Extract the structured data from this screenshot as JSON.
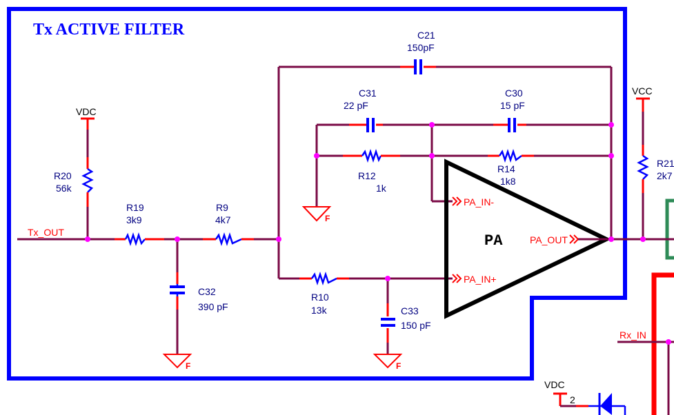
{
  "title": "Tx ACTIVE FILTER",
  "amplifier": {
    "label": "PA",
    "pins": {
      "in_minus": "PA_IN-",
      "in_plus": "PA_IN+",
      "out": "PA_OUT"
    }
  },
  "nets": {
    "tx_out": "Tx_OUT",
    "rx_in": "Rx_IN"
  },
  "power": {
    "vdc_top": "VDC",
    "vcc": "VCC",
    "vdc_bottom": "VDC",
    "pin_number": "2"
  },
  "ground_symbol_label": "F",
  "components": {
    "R20": {
      "ref": "R20",
      "value": "56k"
    },
    "R19": {
      "ref": "R19",
      "value": "3k9"
    },
    "R9": {
      "ref": "R9",
      "value": "4k7"
    },
    "C32": {
      "ref": "C32",
      "value": "390 pF"
    },
    "C21": {
      "ref": "C21",
      "value": "150pF"
    },
    "C31": {
      "ref": "C31",
      "value": "22 pF"
    },
    "C30": {
      "ref": "C30",
      "value": "15 pF"
    },
    "R12": {
      "ref": "R12",
      "value": "1k"
    },
    "R14": {
      "ref": "R14",
      "value": "1k8"
    },
    "R10": {
      "ref": "R10",
      "value": "13k"
    },
    "C33": {
      "ref": "C33",
      "value": "150 pF"
    },
    "R21": {
      "ref": "R21",
      "value": "2k7"
    }
  },
  "colors": {
    "frame": "#0000ff",
    "wire": "#7a0a46",
    "lead": "#ff0000",
    "component": "#0000ff",
    "junction": "#ff00ff",
    "net_label": "#ff0000",
    "ref_text": "#000080",
    "rx_frame": "#ff0000",
    "connector": "#2e8b57"
  }
}
